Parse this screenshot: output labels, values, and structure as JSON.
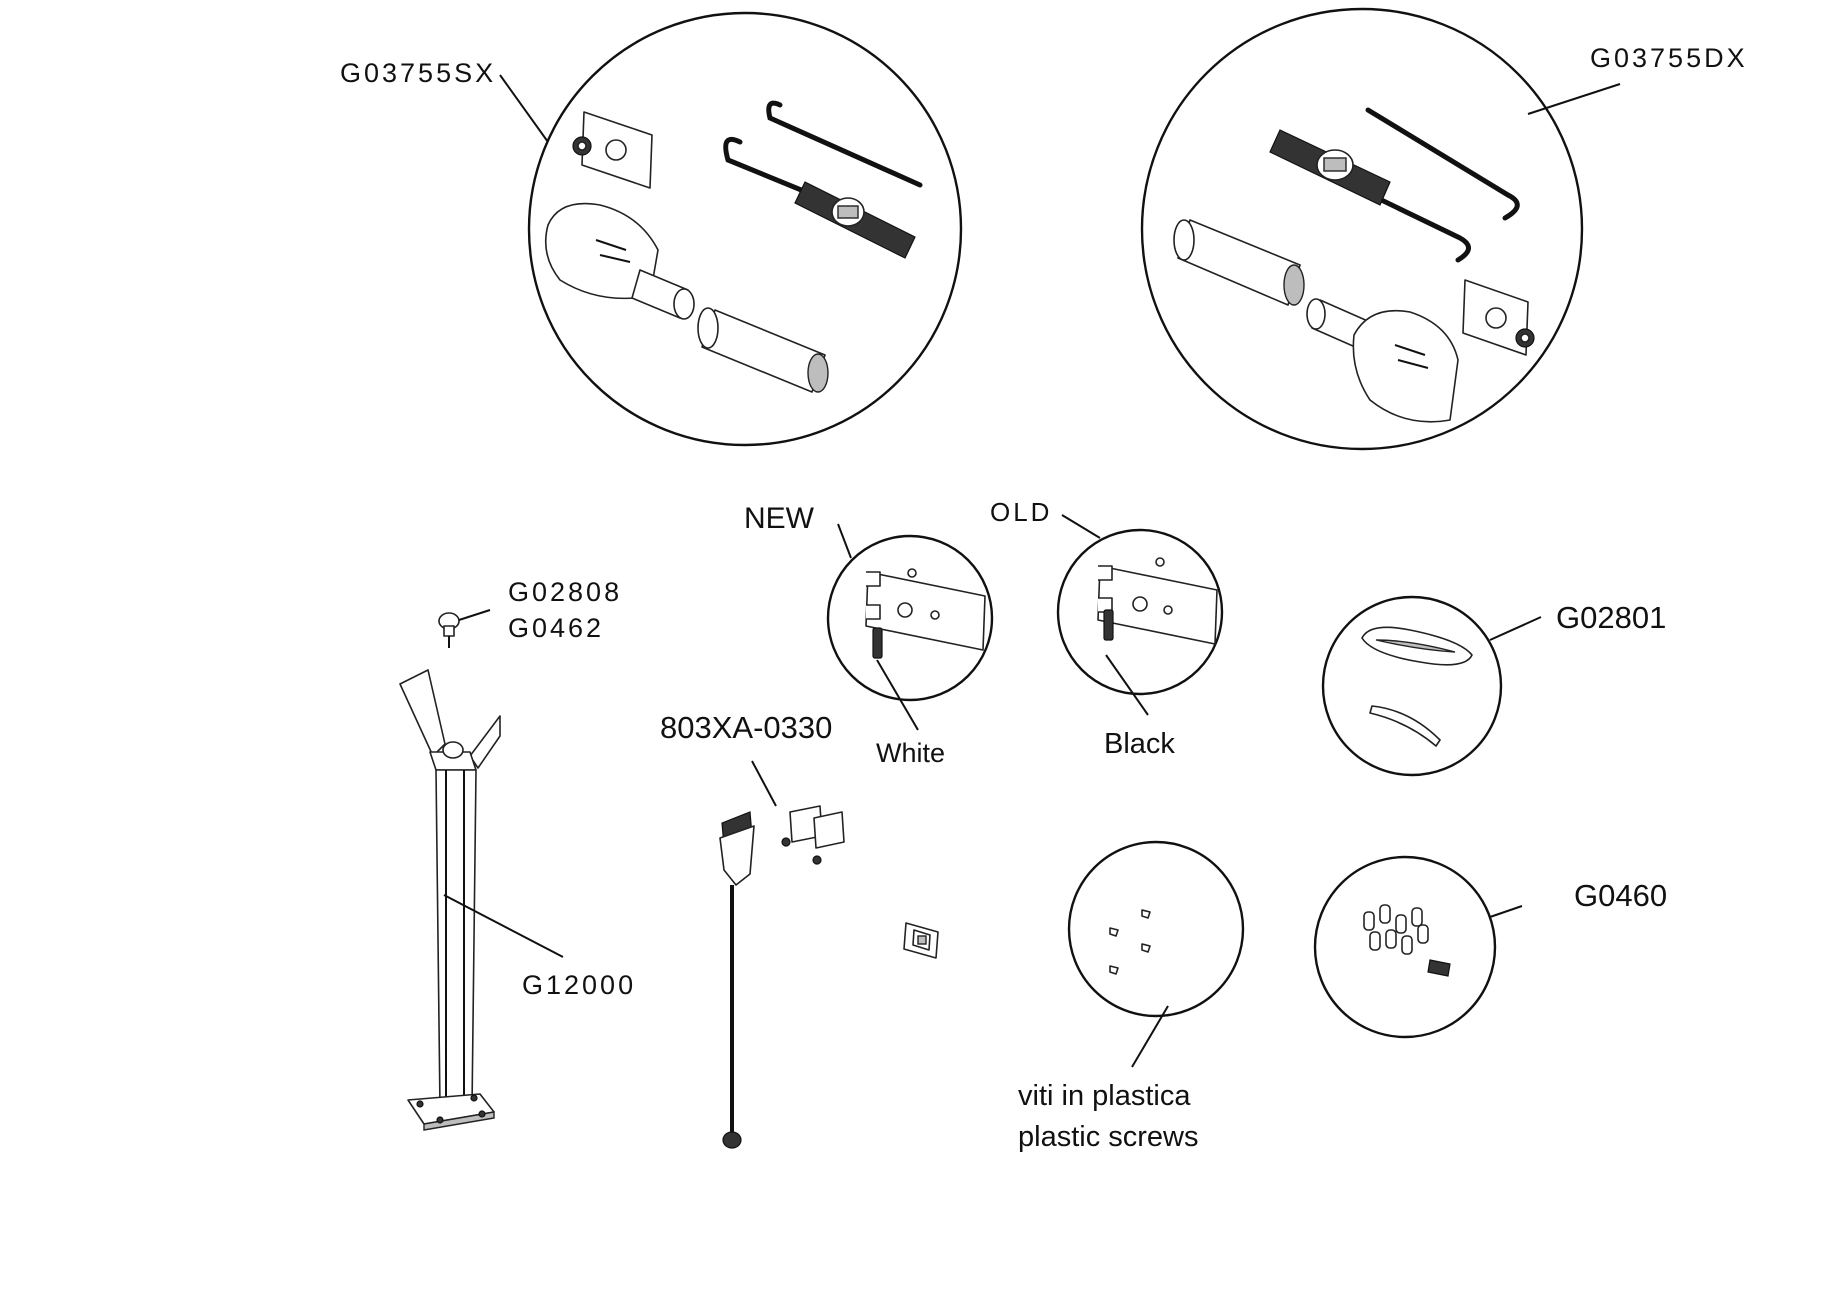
{
  "diagram": {
    "labels": {
      "kit_left": "G03755SX",
      "kit_right": "G03755DX",
      "new": "NEW",
      "old": "OLD",
      "white": "White",
      "black": "Black",
      "knob_code_1": "G02808",
      "knob_code_2": "G0462",
      "post": "G12000",
      "support": "803XA-0330",
      "cover": "G02801",
      "lamps": "G0460",
      "screws_it": "viti in plastica",
      "screws_en": "plastic screws"
    }
  }
}
